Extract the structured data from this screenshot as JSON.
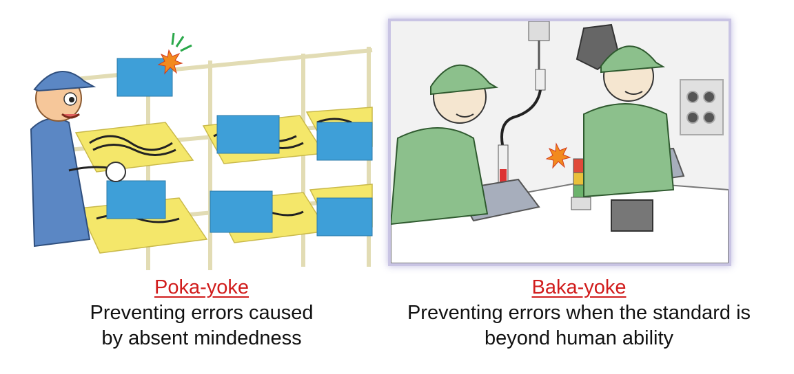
{
  "left": {
    "term": "Poka-yoke",
    "description_line1": "Preventing errors caused",
    "description_line2": "by absent mindedness"
  },
  "right": {
    "term": "Baka-yoke",
    "description_line1": "Preventing errors when the standard is",
    "description_line2": "beyond human ability"
  },
  "colors": {
    "term_red": "#d11c1c",
    "uniform_blue": "#5b87c4",
    "uniform_green": "#8cc08c",
    "bin_yellow": "#f4e76a",
    "label_blue": "#3e9fd8",
    "frame_lavender": "#c9c4e4"
  }
}
